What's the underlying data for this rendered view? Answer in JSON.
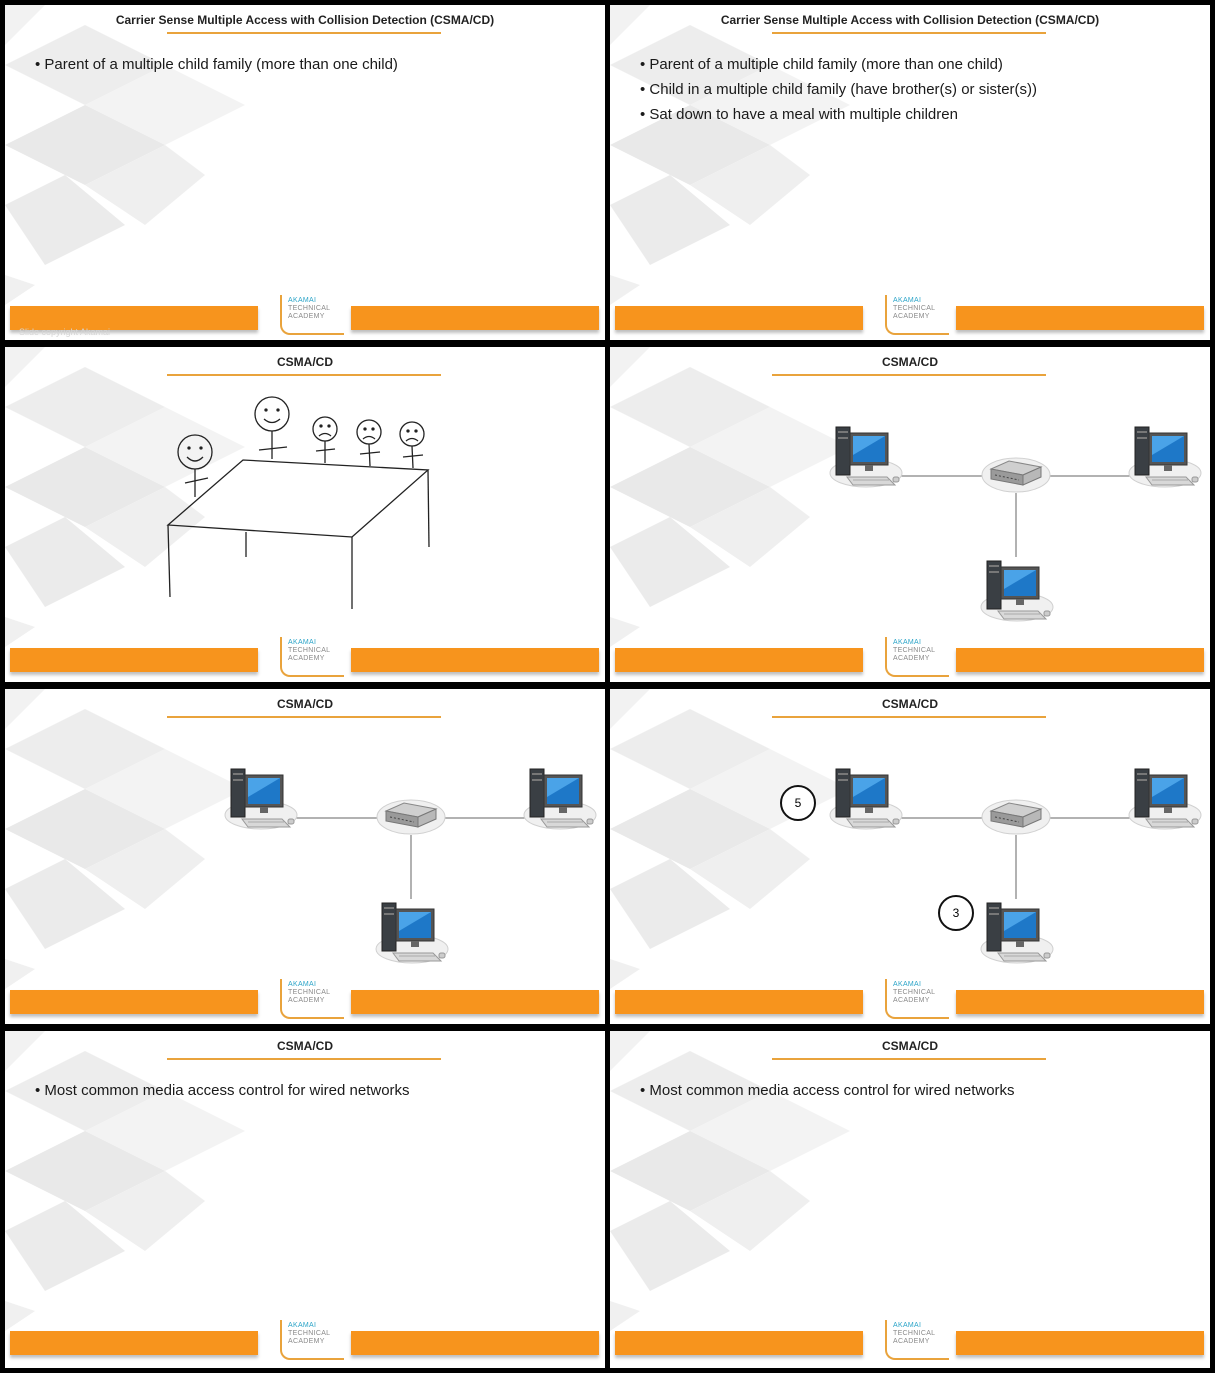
{
  "slides": [
    {
      "title": "Carrier Sense Multiple Access with Collision Detection (CSMA/CD)",
      "bullets": [
        "Parent of a multiple child family (more than one child)"
      ],
      "watermark": "Slide copyright Akamai"
    },
    {
      "title": "Carrier Sense Multiple Access with Collision Detection (CSMA/CD)",
      "bullets": [
        "Parent of a multiple child family (more than one child)",
        "Child in a multiple child family (have brother(s) or sister(s))",
        "Sat down to have a meal with multiple children"
      ]
    },
    {
      "title": "CSMA/CD",
      "drawing": "stick-figures-at-table"
    },
    {
      "title": "CSMA/CD",
      "drawing": "network"
    },
    {
      "title": "CSMA/CD",
      "drawing": "network"
    },
    {
      "title": "CSMA/CD",
      "drawing": "network",
      "markers": [
        "5",
        "3"
      ]
    },
    {
      "title": "CSMA/CD",
      "bullets": [
        "Most common media access control for wired networks"
      ]
    },
    {
      "title": "CSMA/CD",
      "bullets": [
        "Most common media access control for wired networks"
      ]
    }
  ],
  "logo": {
    "line1": "AKAMAI",
    "line2": "TECHNICAL",
    "line3": "ACADEMY"
  },
  "colors": {
    "accent": "#f7941d",
    "rule": "#e9a33c",
    "logo_blue": "#2ba4c8"
  }
}
